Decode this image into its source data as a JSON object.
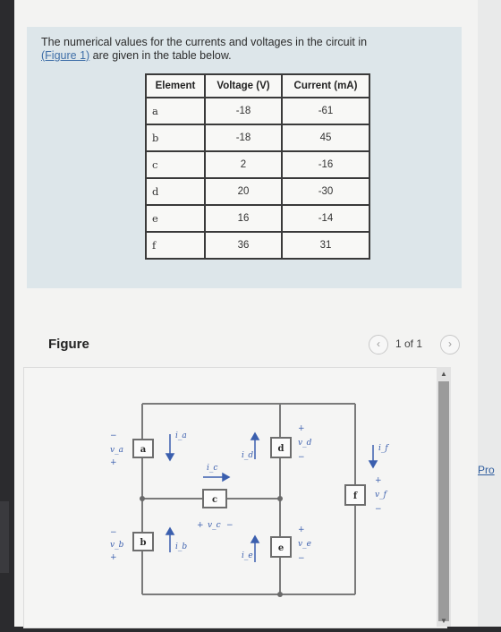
{
  "problem": {
    "text_before_link": "The numerical values for the currents and voltages in the circuit in",
    "link_text": "(Figure 1)",
    "text_after_link": " are given in the table below."
  },
  "table": {
    "headers": [
      "Element",
      "Voltage (V)",
      "Current (mA)"
    ],
    "rows": [
      {
        "element": "a",
        "voltage": "-18",
        "current": "-61"
      },
      {
        "element": "b",
        "voltage": "-18",
        "current": "45"
      },
      {
        "element": "c",
        "voltage": "2",
        "current": "-16"
      },
      {
        "element": "d",
        "voltage": "20",
        "current": "-30"
      },
      {
        "element": "e",
        "voltage": "16",
        "current": "-14"
      },
      {
        "element": "f",
        "voltage": "36",
        "current": "31"
      }
    ]
  },
  "figure": {
    "label": "Figure",
    "page_indicator": "1 of 1",
    "prev_icon": "chevron-left-icon",
    "next_icon": "chevron-right-icon",
    "circuit": {
      "elements": [
        "a",
        "b",
        "c",
        "d",
        "e",
        "f"
      ],
      "voltage_labels": [
        "v_a",
        "v_b",
        "v_c",
        "v_d",
        "v_e",
        "v_f"
      ],
      "current_labels": [
        "i_a",
        "i_b",
        "i_c",
        "i_d",
        "i_e",
        "i_f"
      ]
    }
  },
  "side_tab": {
    "label": "Pro"
  },
  "colors": {
    "link": "#3f6fa8",
    "circuit_label": "#3b5fae",
    "problem_bg": "#dde6ea"
  }
}
